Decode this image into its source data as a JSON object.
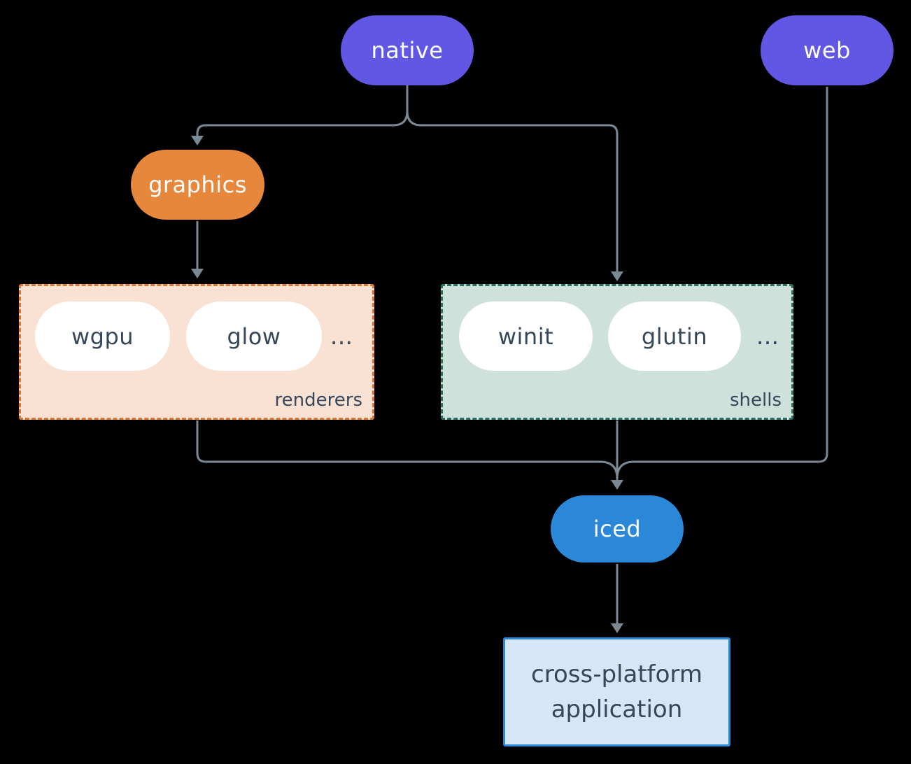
{
  "nodes": {
    "native": {
      "label": "native"
    },
    "web": {
      "label": "web"
    },
    "graphics": {
      "label": "graphics"
    },
    "iced": {
      "label": "iced"
    },
    "app": {
      "line1": "cross-platform",
      "line2": "application"
    }
  },
  "groups": {
    "renderers": {
      "label": "renderers",
      "items": [
        "wgpu",
        "glow"
      ],
      "ellipsis": "..."
    },
    "shells": {
      "label": "shells",
      "items": [
        "winit",
        "glutin"
      ],
      "ellipsis": "..."
    }
  },
  "colors": {
    "purple": "#6257e5",
    "orange": "#e6873c",
    "blue": "#2b87d8",
    "peachBg": "#f9e2d4",
    "orangeBorder": "#e0772e",
    "greenBg": "#cfe1db",
    "tealBorder": "#2e6e62",
    "lightBlueBg": "#d4e6f7",
    "line": "#7b8995",
    "slate": "#36475a"
  }
}
